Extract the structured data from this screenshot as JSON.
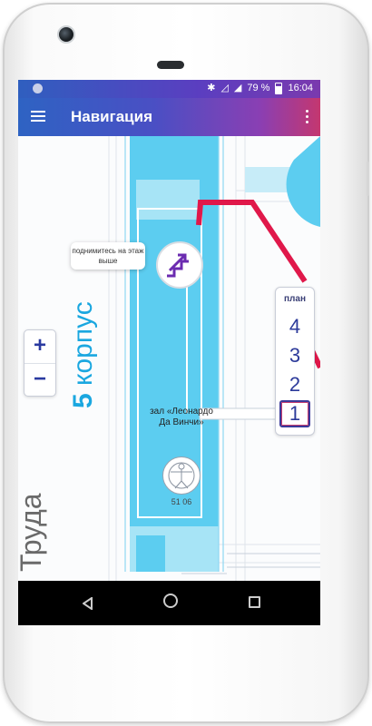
{
  "status_bar": {
    "battery_percent": "79 %",
    "time": "16:04"
  },
  "app_bar": {
    "title": "Навигация"
  },
  "map": {
    "tooltip_text": "поднимитесь на этаж выше",
    "hall_label": "зал «Леонардо Да Винчи»",
    "hall_code": "51 06",
    "building_number": "5",
    "building_word": "корпус",
    "street_label": "Труда"
  },
  "floor_selector": {
    "header": "план",
    "floors": [
      "4",
      "3",
      "2",
      "1"
    ],
    "active_floor": "1"
  },
  "zoom": {
    "plus": "+",
    "minus": "−"
  },
  "colors": {
    "primary": "#3f51b5",
    "route": "#e0184a",
    "building": "#5ccdf0",
    "accent_text": "#1aa7e0"
  }
}
